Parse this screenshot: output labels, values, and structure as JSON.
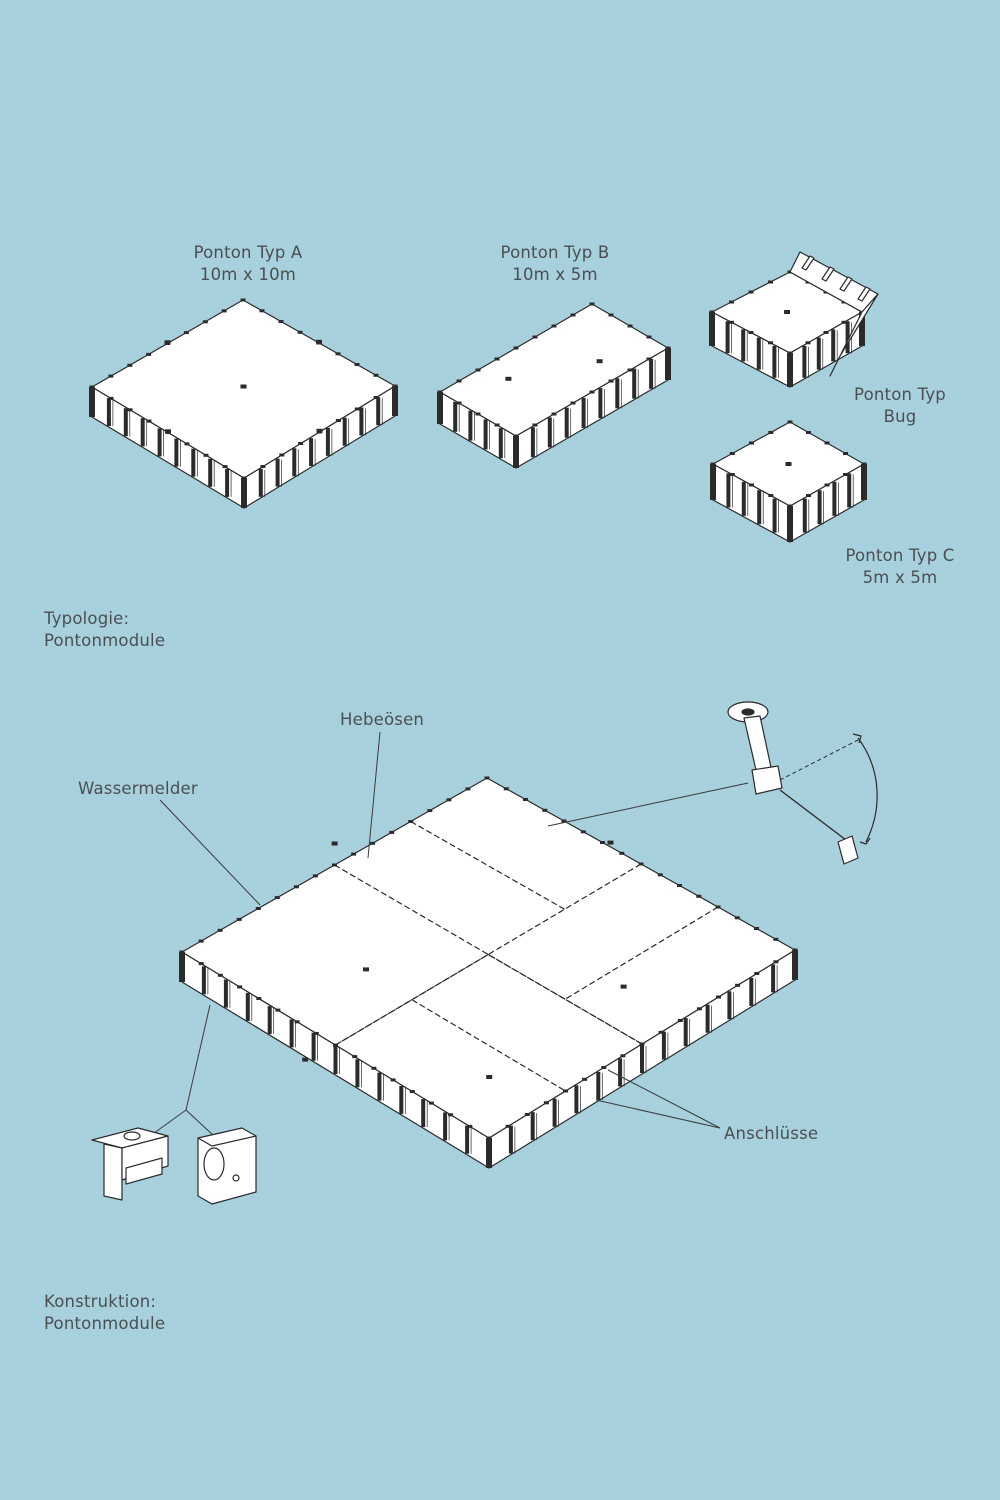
{
  "modules": {
    "typ_a": {
      "name": "Ponton Typ A",
      "size": "10m x 10m"
    },
    "typ_b": {
      "name": "Ponton Typ B",
      "size": "10m x 5m"
    },
    "typ_bug": {
      "name": "Ponton Typ",
      "size": "Bug"
    },
    "typ_c": {
      "name": "Ponton Typ C",
      "size": "5m x 5m"
    }
  },
  "sections": {
    "typologie": {
      "line1": "Typologie:",
      "line2": "Pontonmodule"
    },
    "konstruktion": {
      "line1": "Konstruktion:",
      "line2": "Pontonmodule"
    }
  },
  "callouts": {
    "hebeosen": "Hebeösen",
    "wassermelder": "Wassermelder",
    "anschlusse": "Anschlüsse"
  },
  "colors": {
    "background": "#a9d3df",
    "line": "#2b2b2b",
    "fill": "#ffffff",
    "text": "#4b4f52"
  }
}
